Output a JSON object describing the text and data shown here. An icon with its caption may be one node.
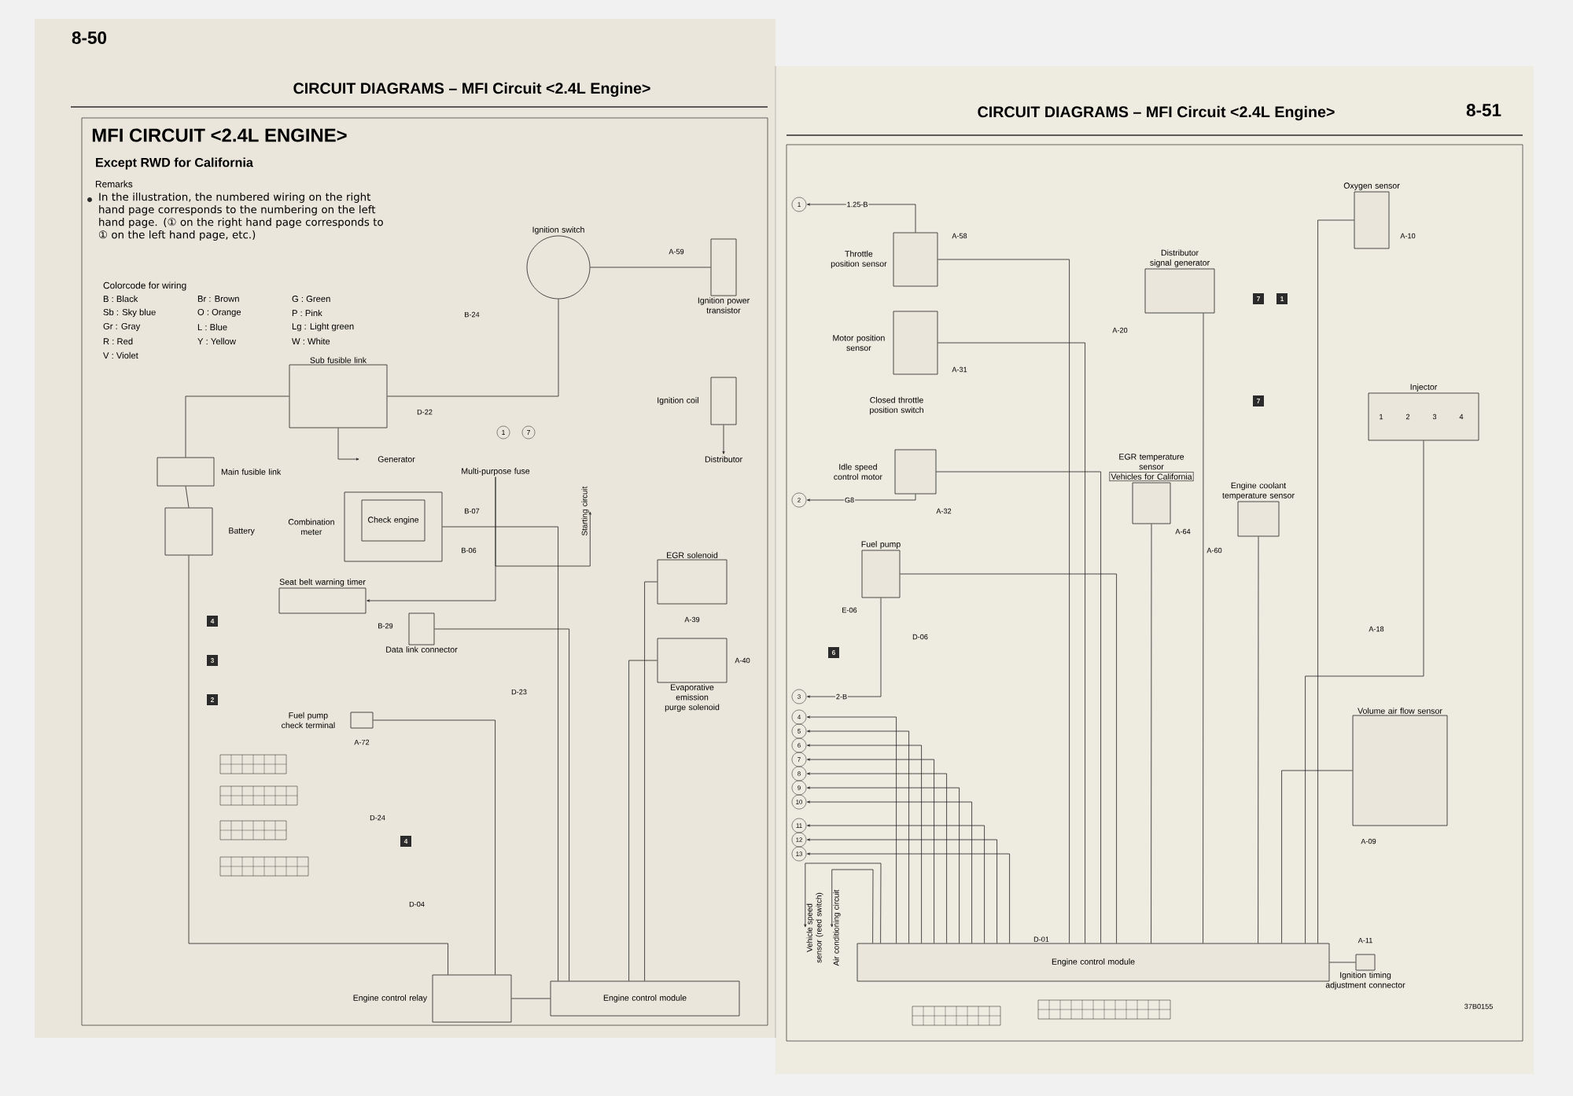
{
  "diagram": {
    "title": "MFI CIRCUIT <2.4L ENGINE>",
    "nodes": [
      {
        "text": [
          "Ignition switch"
        ]
      },
      {
        "text": [
          "Sub fusible link"
        ]
      },
      {
        "text": [
          "Generator"
        ]
      },
      {
        "text": [
          "Main fusible link"
        ]
      },
      {
        "text": [
          "Battery"
        ]
      },
      {
        "text": [
          "Combination meter"
        ]
      },
      {
        "text": [
          "Check engine"
        ],
        "in": 5
      },
      {
        "text": [
          "Multi-purpose fuse"
        ]
      },
      {
        "text": [
          "Seat belt warning timer"
        ]
      },
      {
        "text": [
          "Data link connector"
        ]
      },
      {
        "text": [
          "Fuel pump check terminal"
        ]
      },
      {
        "text": [
          "Starting circuit"
        ]
      },
      {
        "text": [
          "Distributor"
        ]
      },
      {
        "text": [
          "EGR solenoid"
        ]
      },
      {
        "text": [
          "Evaporative emission purge solenoid"
        ]
      },
      {
        "text": [
          "Engine control relay"
        ]
      },
      {
        "text": [
          "Ignition power transistor"
        ]
      },
      {
        "text": [
          "Ignition coil"
        ]
      },
      {
        "text": [
          "Engine control module"
        ]
      },
      {
        "text": [
          "Throttle position sensor"
        ]
      },
      {
        "text": [
          "Motor position sensor"
        ]
      },
      {
        "text": [
          "Closed throttle position switch"
        ]
      },
      {
        "text": [
          "Idle speed control motor"
        ]
      },
      {
        "text": [
          "Fuel pump"
        ]
      },
      {
        "text": [
          "Distributor signal generator"
        ]
      },
      {
        "text": [
          "EGR temperature sensor",
          "Vehicles for California"
        ]
      },
      {
        "text": [
          "Oxygen sensor"
        ]
      },
      {
        "text": [
          "Injector"
        ]
      },
      {
        "text": [
          "Engine coolant temperature sensor"
        ]
      },
      {
        "text": [
          "Volume air flow sensor"
        ]
      },
      {
        "text": [
          "Engine control module"
        ],
        "beside": [
          "D-01"
        ]
      },
      {
        "text": [
          "Ignition timing adjustment connector"
        ]
      },
      {
        "text": [
          "Vehicle speed sensor (reed switch)"
        ]
      },
      {
        "text": [
          "Air conditioning circuit"
        ]
      },
      {
        "text": [
          "1"
        ]
      },
      {
        "text": [
          "2"
        ]
      },
      {
        "text": [
          "3"
        ]
      },
      {
        "text": [
          "4"
        ]
      },
      {
        "text": [
          "5"
        ]
      },
      {
        "text": [
          "6"
        ]
      },
      {
        "text": [
          "7"
        ]
      },
      {
        "text": [
          "8"
        ]
      },
      {
        "text": [
          "9"
        ]
      },
      {
        "text": [
          "10"
        ]
      },
      {
        "text": [
          "11"
        ]
      },
      {
        "text": [
          "12"
        ]
      },
      {
        "text": [
          "13"
        ]
      }
    ],
    "edges": [
      {
        "from": 0,
        "to": 1,
        "arrow": "none"
      },
      {
        "from": 1,
        "to": 2,
        "arrow": "to"
      },
      {
        "from": 3,
        "to": 4,
        "arrow": "none"
      },
      {
        "from": 3,
        "to": 1,
        "arrow": "none"
      },
      {
        "from": 5,
        "to": 18,
        "arrow": "none"
      },
      {
        "from": 7,
        "to": 11,
        "arrow": "to"
      },
      {
        "from": 7,
        "to": 8,
        "arrow": "to"
      },
      {
        "from": 9,
        "to": 18,
        "arrow": "none"
      },
      {
        "from": 10,
        "to": 15,
        "arrow": "none"
      },
      {
        "from": 0,
        "to": 16,
        "arrow": "none"
      },
      {
        "from": 17,
        "to": 12,
        "arrow": "to"
      },
      {
        "from": 13,
        "to": 18,
        "arrow": "none"
      },
      {
        "from": 14,
        "to": 18,
        "arrow": "none"
      },
      {
        "from": 15,
        "to": 18,
        "arrow": "none"
      },
      {
        "from": 4,
        "to": 15,
        "arrow": "none"
      },
      {
        "from": 19,
        "to": 30,
        "arrow": "none"
      },
      {
        "from": 20,
        "to": 30,
        "arrow": "none"
      },
      {
        "from": 22,
        "to": 30,
        "arrow": "none"
      },
      {
        "from": 23,
        "to": 30,
        "arrow": "none"
      },
      {
        "from": 24,
        "to": 30,
        "arrow": "none"
      },
      {
        "from": 25,
        "to": 30,
        "arrow": "none"
      },
      {
        "from": 26,
        "to": 30,
        "arrow": "none"
      },
      {
        "from": 27,
        "to": 30,
        "arrow": "none"
      },
      {
        "from": 28,
        "to": 30,
        "arrow": "none"
      },
      {
        "from": 29,
        "to": 30,
        "arrow": "none"
      },
      {
        "from": 31,
        "to": 30,
        "arrow": "none"
      },
      {
        "from": 30,
        "to": 32,
        "arrow": "to"
      },
      {
        "from": 30,
        "to": 33,
        "arrow": "to"
      },
      {
        "from": 19,
        "to": 34,
        "arrow": "to",
        "label": "1.25-B"
      },
      {
        "from": 22,
        "to": 35,
        "arrow": "to",
        "label": "G8"
      },
      {
        "from": 23,
        "to": 36,
        "arrow": "to",
        "label": "2-B"
      },
      {
        "from": 30,
        "to": 37,
        "arrow": "to"
      },
      {
        "from": 30,
        "to": 38,
        "arrow": "to"
      },
      {
        "from": 30,
        "to": 39,
        "arrow": "to"
      },
      {
        "from": 30,
        "to": 40,
        "arrow": "to"
      },
      {
        "from": 30,
        "to": 41,
        "arrow": "to"
      },
      {
        "from": 30,
        "to": 42,
        "arrow": "to"
      },
      {
        "from": 30,
        "to": 43,
        "arrow": "to"
      },
      {
        "from": 30,
        "to": 44,
        "arrow": "to"
      },
      {
        "from": 30,
        "to": 45,
        "arrow": "to"
      },
      {
        "from": 30,
        "to": 46,
        "arrow": "to"
      }
    ],
    "labels": [
      "8-50",
      "CIRCUIT DIAGRAMS – MFI Circuit <2.4L Engine>",
      "Except RWD for California",
      "Remarks",
      "In the illustration, the numbered wiring on the right hand page corresponds to the numbering on the left hand page. (① on the right hand page corresponds to ① on the left hand page, etc.)",
      "Colorcode for wiring",
      "B : Black",
      "Sb : Sky blue",
      "Gr : Gray",
      "R : Red",
      "V : Violet",
      "Br : Brown",
      "O : Orange",
      "L : Blue",
      "Y : Yellow",
      "G : Green",
      "P : Pink",
      "Lg : Light green",
      "W : White",
      "CIRCUIT DIAGRAMS – MFI Circuit <2.4L Engine>",
      "8-51",
      "A-59",
      "B-24",
      "D-22",
      "1",
      "7",
      "B-07",
      "B-06",
      "4",
      "B-29",
      "A-39",
      "3",
      "A-40",
      "2",
      "D-23",
      "A-72",
      "D-24",
      "4",
      "D-04",
      "A-58",
      "A-10",
      "7",
      "1",
      "A-20",
      "A-31",
      "7",
      "1",
      "2",
      "3",
      "4",
      "A-32",
      "A-64",
      "A-60",
      "E-06",
      "A-18",
      "D-06",
      "6",
      "A-09",
      "A-11",
      "37B0155"
    ]
  }
}
